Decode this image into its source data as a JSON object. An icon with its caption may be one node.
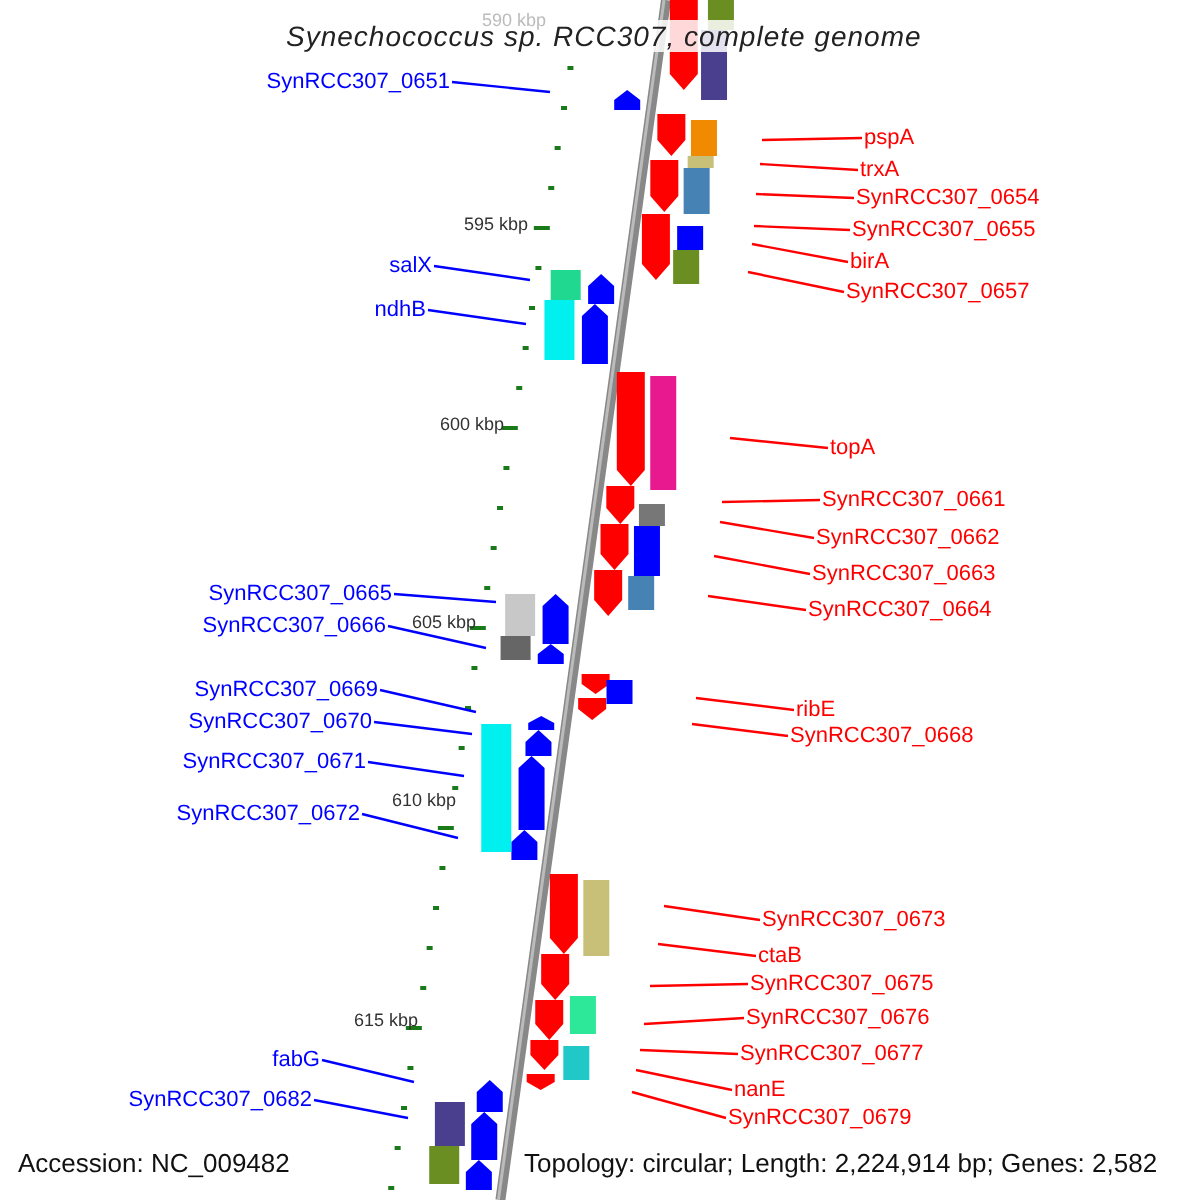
{
  "diagram": {
    "title": "Synechococcus sp. RCC307, complete genome",
    "nodes": [
      {
        "text": [
          "SynRCC307_0651"
        ]
      },
      {
        "text": [
          "salX"
        ]
      },
      {
        "text": [
          "ndhB"
        ]
      },
      {
        "text": [
          "SynRCC307_0665"
        ]
      },
      {
        "text": [
          "SynRCC307_0666"
        ]
      },
      {
        "text": [
          "SynRCC307_0669"
        ]
      },
      {
        "text": [
          "SynRCC307_0670"
        ]
      },
      {
        "text": [
          "SynRCC307_0671"
        ]
      },
      {
        "text": [
          "SynRCC307_0672"
        ]
      },
      {
        "text": [
          "fabG"
        ]
      },
      {
        "text": [
          "SynRCC307_0682"
        ]
      },
      {
        "text": [
          "pspA"
        ]
      },
      {
        "text": [
          "trxA"
        ]
      },
      {
        "text": [
          "SynRCC307_0654"
        ]
      },
      {
        "text": [
          "SynRCC307_0655"
        ]
      },
      {
        "text": [
          "birA"
        ]
      },
      {
        "text": [
          "SynRCC307_0657"
        ]
      },
      {
        "text": [
          "topA"
        ]
      },
      {
        "text": [
          "SynRCC307_0661"
        ]
      },
      {
        "text": [
          "SynRCC307_0662"
        ]
      },
      {
        "text": [
          "SynRCC307_0663"
        ]
      },
      {
        "text": [
          "SynRCC307_0664"
        ]
      },
      {
        "text": [
          "ribE"
        ]
      },
      {
        "text": [
          "SynRCC307_0668"
        ]
      },
      {
        "text": [
          "SynRCC307_0673"
        ]
      },
      {
        "text": [
          "ctaB"
        ]
      },
      {
        "text": [
          "SynRCC307_0675"
        ]
      },
      {
        "text": [
          "SynRCC307_0676"
        ]
      },
      {
        "text": [
          "SynRCC307_0677"
        ]
      },
      {
        "text": [
          "nanE"
        ]
      },
      {
        "text": [
          "SynRCC307_0679"
        ]
      }
    ],
    "edges": [
      {
        "from": 0,
        "to": null,
        "arrow": "none",
        "color": "#0000ff"
      },
      {
        "from": 1,
        "to": null,
        "arrow": "none",
        "color": "#0000ff"
      },
      {
        "from": 2,
        "to": null,
        "arrow": "none",
        "color": "#0000ff"
      },
      {
        "from": 3,
        "to": null,
        "arrow": "none",
        "color": "#0000ff"
      },
      {
        "from": 4,
        "to": null,
        "arrow": "none",
        "color": "#0000ff"
      },
      {
        "from": 5,
        "to": null,
        "arrow": "none",
        "color": "#0000ff"
      },
      {
        "from": 6,
        "to": null,
        "arrow": "none",
        "color": "#0000ff"
      },
      {
        "from": 7,
        "to": null,
        "arrow": "none",
        "color": "#0000ff"
      },
      {
        "from": 8,
        "to": null,
        "arrow": "none",
        "color": "#0000ff"
      },
      {
        "from": 9,
        "to": null,
        "arrow": "none",
        "color": "#0000ff"
      },
      {
        "from": 10,
        "to": null,
        "arrow": "none",
        "color": "#0000ff"
      },
      {
        "from": 11,
        "to": null,
        "arrow": "none"
      },
      {
        "from": 12,
        "to": null,
        "arrow": "none"
      },
      {
        "from": 13,
        "to": null,
        "arrow": "none"
      },
      {
        "from": 14,
        "to": null,
        "arrow": "none"
      },
      {
        "from": 15,
        "to": null,
        "arrow": "none"
      },
      {
        "from": 16,
        "to": null,
        "arrow": "none"
      },
      {
        "from": 17,
        "to": null,
        "arrow": "none"
      },
      {
        "from": 18,
        "to": null,
        "arrow": "none"
      },
      {
        "from": 19,
        "to": null,
        "arrow": "none"
      },
      {
        "from": 20,
        "to": null,
        "arrow": "none"
      },
      {
        "from": 21,
        "to": null,
        "arrow": "none"
      },
      {
        "from": 22,
        "to": null,
        "arrow": "none"
      },
      {
        "from": 23,
        "to": null,
        "arrow": "none"
      },
      {
        "from": 24,
        "to": null,
        "arrow": "none"
      },
      {
        "from": 25,
        "to": null,
        "arrow": "none"
      },
      {
        "from": 26,
        "to": null,
        "arrow": "none"
      },
      {
        "from": 27,
        "to": null,
        "arrow": "none"
      },
      {
        "from": 28,
        "to": null,
        "arrow": "none"
      },
      {
        "from": 29,
        "to": null,
        "arrow": "none"
      },
      {
        "from": 30,
        "to": null,
        "arrow": "none"
      }
    ],
    "labels": [
      "590 kbp",
      "595 kbp",
      "600 kbp",
      "605 kbp",
      "610 kbp",
      "615 kbp",
      "Accession: NC_009482",
      "Topology: circular; Length: 2,224,914 bp; Genes: 2,582"
    ]
  }
}
